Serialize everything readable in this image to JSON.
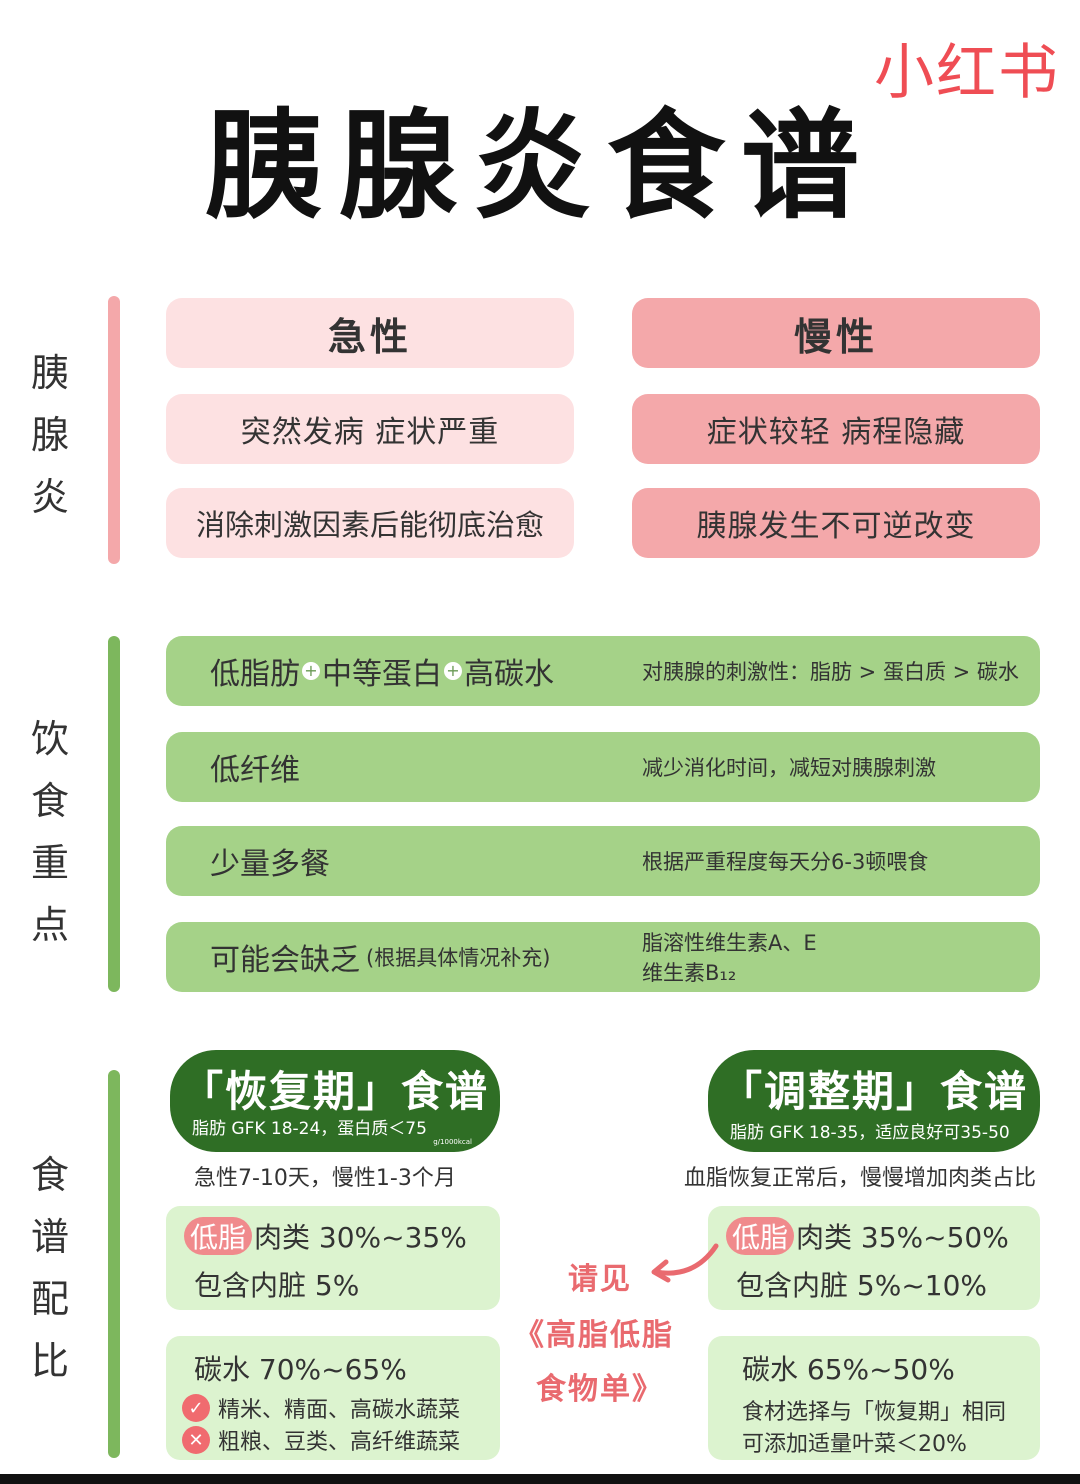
{
  "brand": "小红书",
  "title": "胰腺炎食谱",
  "section1": {
    "label": [
      "胰",
      "腺",
      "炎"
    ],
    "acute": {
      "title": "急性",
      "rows": [
        "突然发病 症状严重",
        "消除刺激因素后能彻底治愈"
      ]
    },
    "chronic": {
      "title": "慢性",
      "rows": [
        "症状较轻 病程隐藏",
        "胰腺发生不可逆改变"
      ]
    }
  },
  "section2": {
    "label": [
      "饮",
      "食",
      "重",
      "点"
    ],
    "rows": [
      {
        "left_a": "低脂肪",
        "left_b": "中等蛋白",
        "left_c": "高碳水",
        "right": "对胰腺的刺激性：脂肪 > 蛋白质 > 碳水"
      },
      {
        "left": "低纤维",
        "right": "减少消化时间，减短对胰腺刺激"
      },
      {
        "left": "少量多餐",
        "right": "根据严重程度每天分6-3顿喂食"
      },
      {
        "left": "可能会缺乏",
        "left_small": "(根据具体情况补充)",
        "right_1": "脂溶性维生素A、E",
        "right_2": "维生素B₁₂"
      }
    ]
  },
  "section3": {
    "label": [
      "食",
      "谱",
      "配",
      "比"
    ],
    "recovery": {
      "title": "「恢复期」食谱",
      "sub": "脂肪 GFK 18-24，蛋白质＜75",
      "unit": "g/1000kcal",
      "note": "急性7-10天，慢性1-3个月",
      "meat_badge": "低脂",
      "meat": "肉类 30%~35%",
      "organ": "包含内脏 5%",
      "carb": "碳水 70%~65%",
      "yes": "精米、精面、高碳水蔬菜",
      "no": "粗粮、豆类、高纤维蔬菜"
    },
    "adjust": {
      "title": "「调整期」食谱",
      "sub": "脂肪 GFK 18-35，适应良好可35-50",
      "note": "血脂恢复正常后，慢慢增加肉类占比",
      "meat_badge": "低脂",
      "meat": "肉类 35%~50%",
      "organ": "包含内脏 5%~10%",
      "carb": "碳水 65%~50%",
      "line1": "食材选择与「恢复期」相同",
      "line2": "可添加适量叶菜＜20%"
    },
    "middle": {
      "see": "请见",
      "book1": "《高脂低脂",
      "book2": "食物单》"
    }
  },
  "icons": {
    "plus": "+",
    "check": "✓",
    "cross": "✕"
  },
  "colors": {
    "pink_light": "#fde1e2",
    "pink_dark": "#f4a8aa",
    "green_row": "#a5d288",
    "green_dark": "#2f6e25",
    "green_light": "#dcf3cf",
    "red_brand": "#ef4d54"
  }
}
